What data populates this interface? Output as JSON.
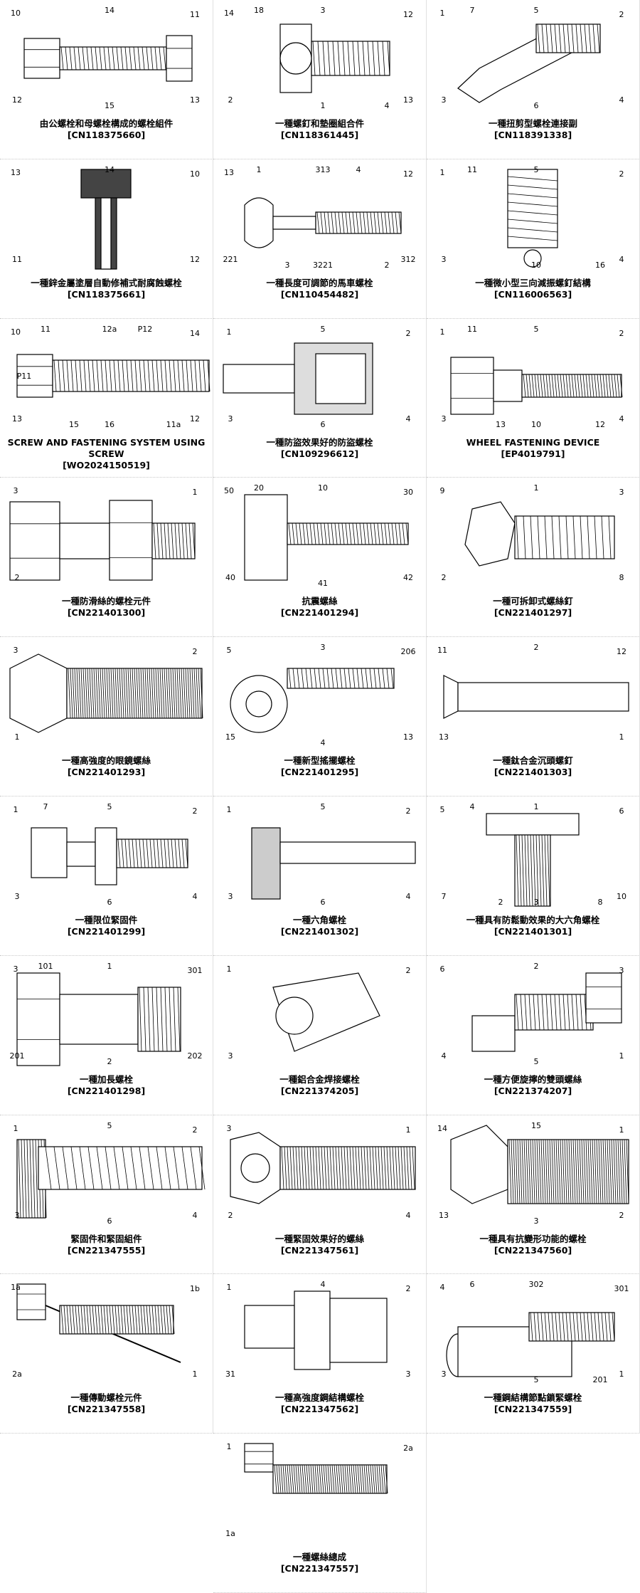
{
  "items": [
    {
      "title": "由公螺栓和母螺栓構成的螺栓組件",
      "number": "[CN118375660]",
      "icon": "bolt-assembly-icon"
    },
    {
      "title": "一種螺釘和墊圈組合件",
      "number": "[CN118361445]",
      "icon": "screw-washer-icon"
    },
    {
      "title": "一種扭剪型螺栓連接副",
      "number": "[CN118391338]",
      "icon": "torsion-shear-bolt-icon"
    },
    {
      "title": "一種鋅金屬塗層自動修補式耐腐蝕螺栓",
      "number": "[CN118375661]",
      "icon": "coated-bolt-section-icon"
    },
    {
      "title": "一種長度可調節的馬車螺栓",
      "number": "[CN110454482]",
      "icon": "carriage-bolt-icon"
    },
    {
      "title": "一種微小型三向減振螺釘結構",
      "number": "[CN116006563]",
      "icon": "damping-screw-icon"
    },
    {
      "title": "SCREW AND FASTENING SYSTEM USING SCREW",
      "number": "[WO2024150519]",
      "icon": "screw-fastening-icon"
    },
    {
      "title": "一種防盜效果好的防盜螺栓",
      "number": "[CN109296612]",
      "icon": "anti-theft-bolt-icon"
    },
    {
      "title": "WHEEL FASTENING DEVICE",
      "number": "[EP4019791]",
      "icon": "wheel-fastener-icon"
    },
    {
      "title": "一種防滑絲的螺栓元件",
      "number": "[CN221401300]",
      "icon": "anti-slip-bolt-icon"
    },
    {
      "title": "抗震螺絲",
      "number": "[CN221401294]",
      "icon": "seismic-screw-icon"
    },
    {
      "title": "一種可拆卸式螺絲釘",
      "number": "[CN221401297]",
      "icon": "detachable-screw-icon"
    },
    {
      "title": "一種高強度的眼鏡螺絲",
      "number": "[CN221401293]",
      "icon": "eyeglass-screw-icon"
    },
    {
      "title": "一種新型搖擺螺栓",
      "number": "[CN221401295]",
      "icon": "swing-bolt-icon"
    },
    {
      "title": "一種鈦合金沉頭螺釘",
      "number": "[CN221401303]",
      "icon": "countersunk-screw-icon"
    },
    {
      "title": "一種限位緊固件",
      "number": "[CN221401299]",
      "icon": "limit-fastener-icon"
    },
    {
      "title": "一種六角螺栓",
      "number": "[CN221401302]",
      "icon": "hex-bolt-section-icon"
    },
    {
      "title": "一種具有防鬆動效果的大六角螺栓",
      "number": "[CN221401301]",
      "icon": "large-hex-bolt-icon"
    },
    {
      "title": "一種加長螺栓",
      "number": "[CN221401298]",
      "icon": "extended-bolt-icon"
    },
    {
      "title": "一種鋁合金焊接螺栓",
      "number": "[CN221374205]",
      "icon": "weld-bolt-icon"
    },
    {
      "title": "一種方便旋擰的雙頭螺絲",
      "number": "[CN221374207]",
      "icon": "double-end-screw-icon"
    },
    {
      "title": "緊固件和緊固組件",
      "number": "[CN221347555]",
      "icon": "fastener-assembly-icon"
    },
    {
      "title": "一種緊固效果好的螺絲",
      "number": "[CN221347561]",
      "icon": "socket-screw-icon"
    },
    {
      "title": "一種具有抗變形功能的螺栓",
      "number": "[CN221347560]",
      "icon": "anti-deform-bolt-icon"
    },
    {
      "title": "一種傳動螺栓元件",
      "number": "[CN221347558]",
      "icon": "transmission-bolt-icon"
    },
    {
      "title": "一種高強度鋼結構螺栓",
      "number": "[CN221347562]",
      "icon": "steel-structure-bolt-icon"
    },
    {
      "title": "一種鋼結構節點鎖緊螺栓",
      "number": "[CN221347559]",
      "icon": "node-locking-bolt-icon"
    },
    {
      "title": "一種螺絲總成",
      "number": "[CN221347557]",
      "icon": "screw-assembly-icon"
    }
  ],
  "figure_labels": [
    [
      "10",
      "11",
      "12",
      "13",
      "14",
      "15"
    ],
    [
      "14",
      "12",
      "2",
      "13",
      "3",
      "1",
      "18",
      "4"
    ],
    [
      "1",
      "2",
      "3",
      "4",
      "5",
      "6",
      "7"
    ],
    [
      "13",
      "10",
      "11",
      "12",
      "14"
    ],
    [
      "13",
      "12",
      "221",
      "312",
      "313",
      "3221",
      "1",
      "2",
      "3",
      "4"
    ],
    [
      "1",
      "2",
      "3",
      "4",
      "5",
      "10",
      "11",
      "16"
    ],
    [
      "10",
      "14",
      "13",
      "12",
      "12a",
      "16",
      "11",
      "11a",
      "15",
      "P12",
      "P11"
    ],
    [
      "1",
      "2",
      "3",
      "4",
      "5",
      "6"
    ],
    [
      "1",
      "2",
      "3",
      "4",
      "5",
      "10",
      "11",
      "12",
      "13"
    ],
    [
      "3",
      "1",
      "2"
    ],
    [
      "50",
      "30",
      "40",
      "42",
      "10",
      "41",
      "20"
    ],
    [
      "9",
      "3",
      "2",
      "8",
      "1"
    ],
    [
      "3",
      "2",
      "1"
    ],
    [
      "5",
      "206",
      "15",
      "13",
      "3",
      "4"
    ],
    [
      "11",
      "12",
      "13",
      "1",
      "2"
    ],
    [
      "1",
      "2",
      "3",
      "4",
      "5",
      "6",
      "7"
    ],
    [
      "1",
      "2",
      "3",
      "4",
      "5",
      "6"
    ],
    [
      "5",
      "6",
      "7",
      "10",
      "1",
      "3",
      "4",
      "8",
      "2"
    ],
    [
      "3",
      "301",
      "201",
      "202",
      "1",
      "2",
      "101"
    ],
    [
      "1",
      "2",
      "3"
    ],
    [
      "6",
      "3",
      "4",
      "1",
      "2",
      "5"
    ],
    [
      "1",
      "2",
      "3",
      "4",
      "5",
      "6"
    ],
    [
      "3",
      "1",
      "2",
      "4"
    ],
    [
      "14",
      "1",
      "13",
      "2",
      "15",
      "3"
    ],
    [
      "1a",
      "1b",
      "2a",
      "1"
    ],
    [
      "1",
      "2",
      "31",
      "3",
      "4"
    ],
    [
      "4",
      "301",
      "3",
      "1",
      "302",
      "5",
      "6",
      "201"
    ],
    [
      "1",
      "2a",
      "1a"
    ]
  ]
}
